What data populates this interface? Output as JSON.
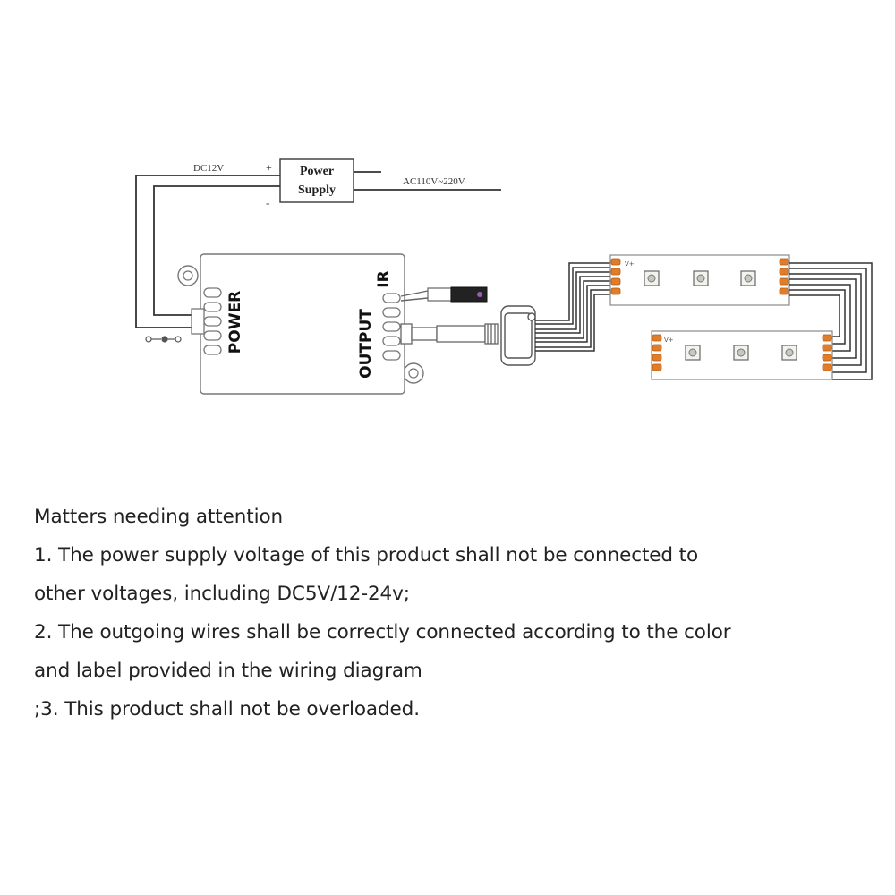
{
  "diagram": {
    "dc_label": "DC12V",
    "plus_sign": "+",
    "minus_sign": "-",
    "power_supply_line1": "Power",
    "power_supply_line2": "Supply",
    "ac_label": "AC110V~220V",
    "power_port_label": "POWER",
    "output_port_label": "OUTPUT",
    "ir_label": "IR",
    "strip_polarity_mark": "V+"
  },
  "notes": {
    "heading": "Matters needing attention",
    "line1": "1. The power supply voltage of this product shall not be connected to",
    "line2": "other voltages, including DC5V/12-24v;",
    "line3": "2. The outgoing wires shall be correctly connected according to the color",
    "line4": "and label provided in the wiring diagram",
    "line5": ";3. This product shall not be overloaded."
  }
}
